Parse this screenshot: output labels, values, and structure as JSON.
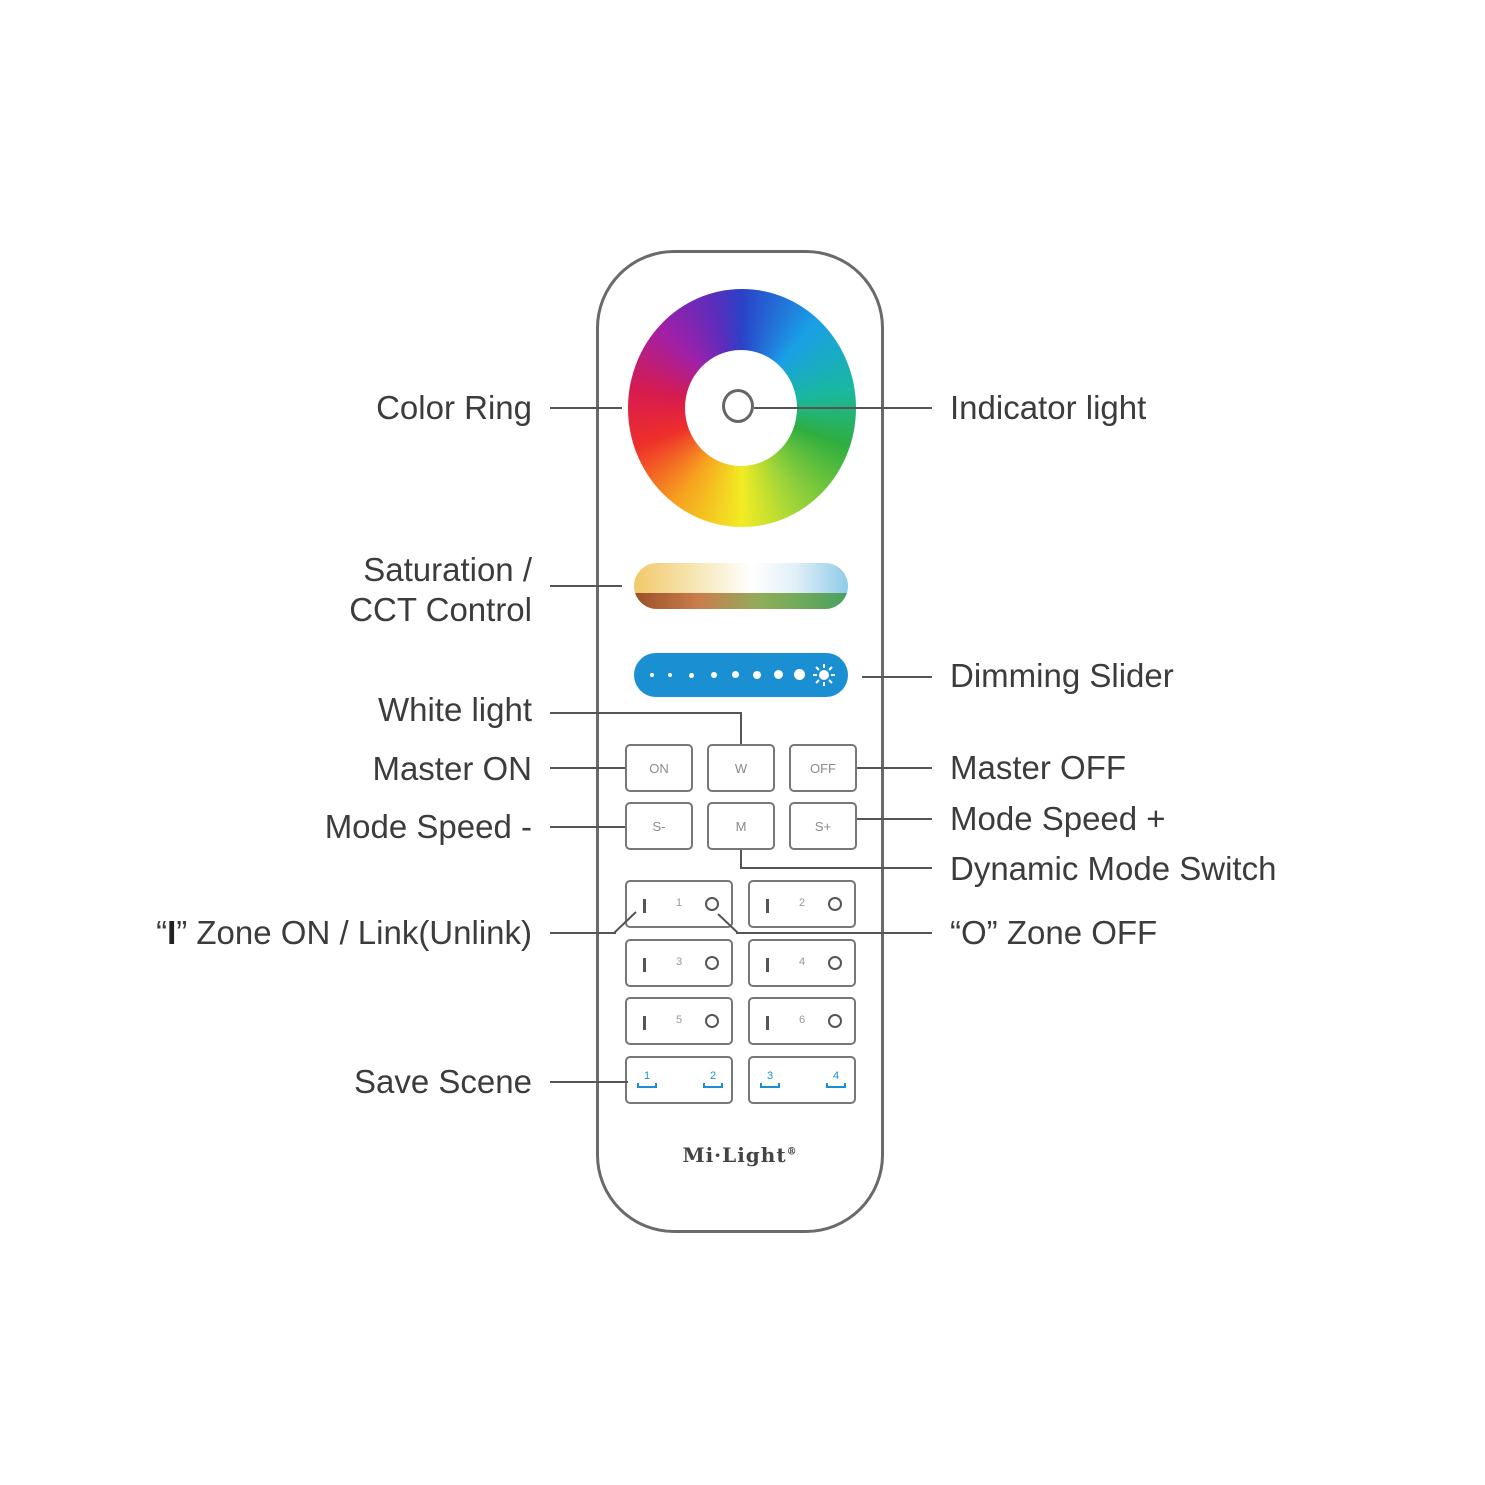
{
  "labels": {
    "color_ring": "Color Ring",
    "indicator_light": "Indicator light",
    "saturation_line1": "Saturation /",
    "saturation_line2": "CCT Control",
    "dimming_slider": "Dimming Slider",
    "white_light": "White light",
    "master_on": "Master ON",
    "master_off": "Master OFF",
    "mode_speed_minus": "Mode Speed -",
    "mode_speed_plus": "Mode Speed +",
    "dynamic_mode_switch": "Dynamic Mode Switch",
    "zone_on_prefix": "“",
    "zone_on_glyph": "I",
    "zone_on_suffix": "” Zone ON / Link(Unlink)",
    "zone_off_prefix": "“",
    "zone_off_glyph": "O",
    "zone_off_suffix": "” Zone OFF",
    "save_scene": "Save Scene"
  },
  "remote": {
    "buttons": {
      "on": "ON",
      "w": "W",
      "off": "OFF",
      "s_minus": "S-",
      "m": "M",
      "s_plus": "S+"
    },
    "zones": [
      "1",
      "2",
      "3",
      "4",
      "5",
      "6"
    ],
    "scenes": [
      "1",
      "2",
      "3",
      "4"
    ],
    "brand": "Mi·Light",
    "brand_mark": "®"
  },
  "colors": {
    "dimming_blue": "#1a8fd2",
    "outline": "#6a6a6a"
  }
}
